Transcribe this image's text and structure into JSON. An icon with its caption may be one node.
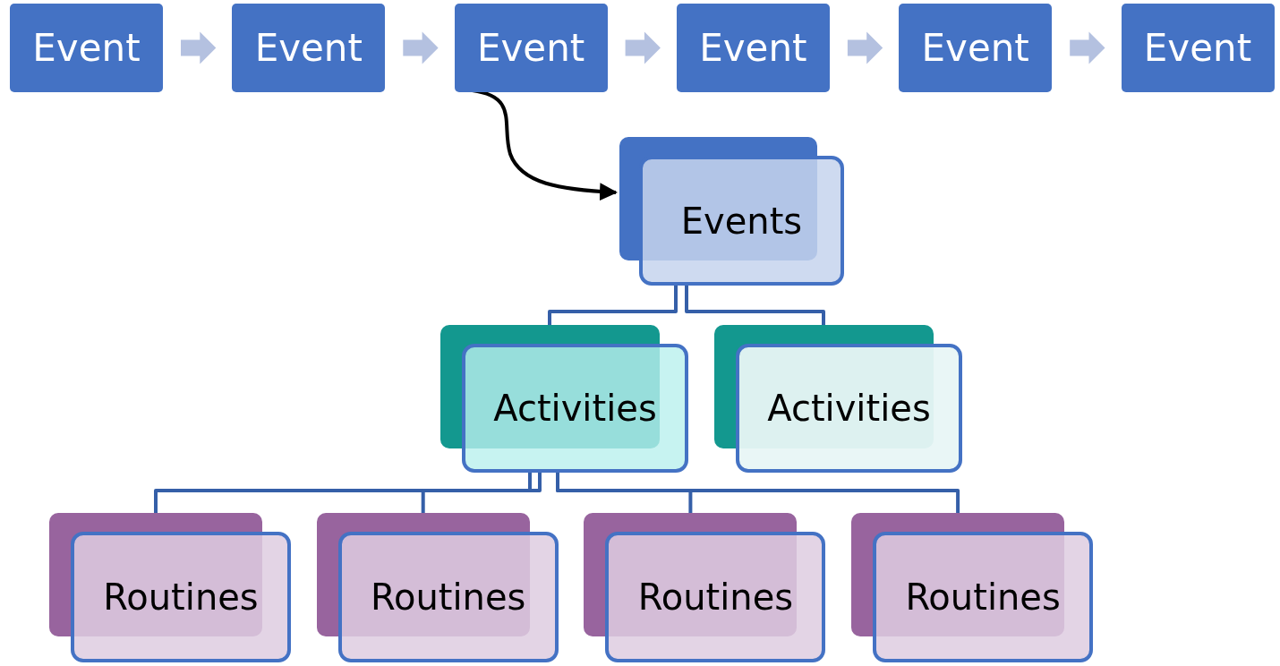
{
  "diagram": {
    "nodes": [
      {
        "text": [
          "Event"
        ]
      },
      {
        "text": [
          "Event"
        ]
      },
      {
        "text": [
          "Event"
        ]
      },
      {
        "text": [
          "Event"
        ]
      },
      {
        "text": [
          "Event"
        ]
      },
      {
        "text": [
          "Event"
        ]
      },
      {
        "text": [
          "Events"
        ]
      },
      {
        "text": [
          "Activities"
        ]
      },
      {
        "text": [
          "Activities"
        ]
      },
      {
        "text": [
          "Routines"
        ]
      },
      {
        "text": [
          "Routines"
        ]
      },
      {
        "text": [
          "Routines"
        ]
      },
      {
        "text": [
          "Routines"
        ]
      }
    ],
    "edges": [
      {
        "from": 0,
        "to": 1,
        "arrow": "to",
        "color": "#b4c1e0"
      },
      {
        "from": 1,
        "to": 2,
        "arrow": "to",
        "color": "#b4c1e0"
      },
      {
        "from": 2,
        "to": 3,
        "arrow": "to",
        "color": "#b4c1e0"
      },
      {
        "from": 3,
        "to": 4,
        "arrow": "to",
        "color": "#b4c1e0"
      },
      {
        "from": 4,
        "to": 5,
        "arrow": "to",
        "color": "#b4c1e0"
      },
      {
        "from": 2,
        "to": 6,
        "arrow": "to",
        "color": "#000000"
      },
      {
        "from": 6,
        "to": 7,
        "arrow": "none"
      },
      {
        "from": 6,
        "to": 8,
        "arrow": "none"
      },
      {
        "from": 7,
        "to": 9,
        "arrow": "none"
      },
      {
        "from": 7,
        "to": 10,
        "arrow": "none"
      },
      {
        "from": 7,
        "to": 11,
        "arrow": "none"
      },
      {
        "from": 7,
        "to": 12,
        "arrow": "none"
      }
    ]
  }
}
